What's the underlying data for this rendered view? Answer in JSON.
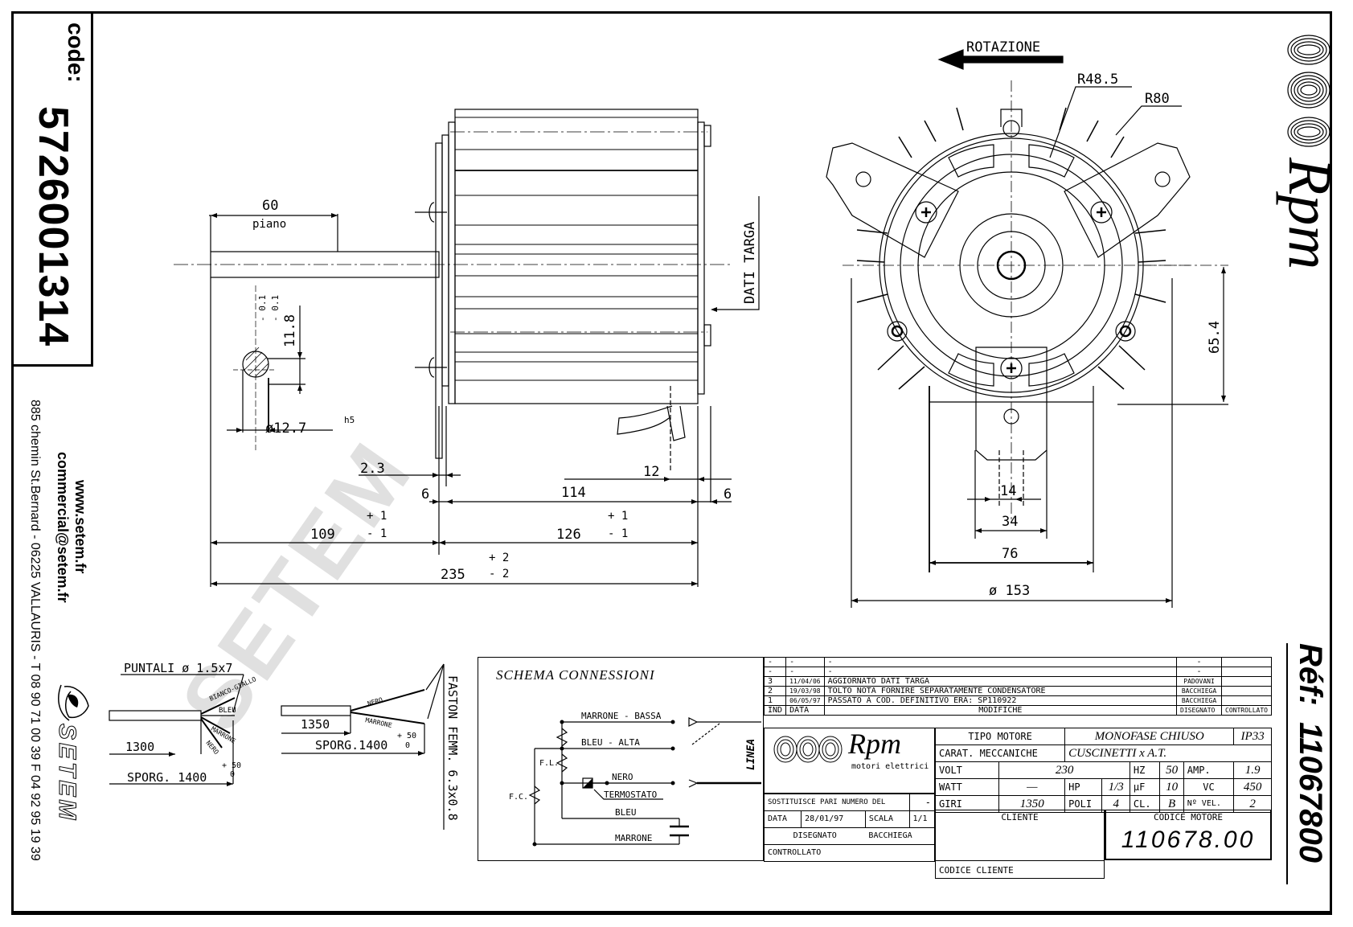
{
  "sidebar": {
    "code_label": "code:",
    "code_value": "5726001314",
    "website": "www.setem.fr",
    "email": "commercial@setem.fr",
    "address": "885 chemin St.Bernard  -  06225 VALLAURIS  -  T 08 90 71 00 39   F 04 92 95 19 39",
    "company_logo": "SETEM"
  },
  "brand": {
    "logo_text": "Rpm",
    "logo_subtitle": "motori elettrici",
    "ref_label": "Réf:",
    "ref_value": "11067800",
    "watermark": "SETEM"
  },
  "side_view": {
    "shaft_length": "60",
    "shaft_flat_label": "piano",
    "flat_tolerance_top": "- 0.1",
    "flat_tolerance_bottom": "- 0.1",
    "flat_dim": "11.8",
    "flat_tol_plus": "+",
    "shaft_diameter": "ø12.7",
    "shaft_fit": "h5",
    "nameplate_label": "DATI TARGA",
    "dim_flange_thickness": "2.3",
    "dim_flange_left": "6",
    "dim_body": "114",
    "dim_cable_offset": "12",
    "dim_flange_right": "6",
    "dim_shaft_total": "109",
    "dim_shaft_tol_plus": "+ 1",
    "dim_shaft_tol_minus": "- 1",
    "dim_motor_total": "126",
    "dim_motor_tol_plus": "+ 1",
    "dim_motor_tol_minus": "- 1",
    "dim_overall": "235",
    "dim_overall_tol_plus": "+ 2",
    "dim_overall_tol_minus": "- 2"
  },
  "front_view": {
    "rotation_label": "ROTAZIONE",
    "radius_inner": "R48.5",
    "radius_outer": "R80",
    "dim_height": "65.4",
    "dim_slot": "14",
    "dim_bracket": "34",
    "dim_feet": "76",
    "dim_diameter": "ø 153"
  },
  "cable_detail": {
    "tips_label": "PUNTALI ø 1.5x7",
    "wire_labels": [
      "BIANCO-GIALLO",
      "BLEU",
      "MARRONE",
      "NERO"
    ],
    "sheath_length_1": "1300",
    "protrusion_1": "SPORG. 1400",
    "tolerance_1_plus": "+ 50",
    "tolerance_1_minus": "0",
    "sheath_length_2": "1350",
    "protrusion_2": "SPORG.1400",
    "tolerance_2_plus": "+ 50",
    "tolerance_2_minus": "0",
    "wire_labels_2": [
      "NERO",
      "MARRONE"
    ],
    "faston_label": "FASTON FEMM. 6.3x0.8"
  },
  "schema": {
    "title": "SCHEMA CONNESSIONI",
    "line_label": "LINEA",
    "wires": [
      {
        "label": "MARRONE - BASSA"
      },
      {
        "label": "BLEU - ALTA"
      },
      {
        "label": "NERO"
      },
      {
        "label": "TERMOSTATO"
      },
      {
        "label": "BLEU"
      },
      {
        "label": "MARRONE"
      }
    ],
    "winding_main": "F.L.",
    "winding_aux": "F.C."
  },
  "modifications": {
    "rows": [
      {
        "ind": "-",
        "data": "-",
        "desc": "-",
        "drawn": "-",
        "checked": ""
      },
      {
        "ind": "-",
        "data": "-",
        "desc": "-",
        "drawn": "-",
        "checked": ""
      },
      {
        "ind": "3",
        "data": "11/04/06",
        "desc": "AGGIORNATO DATI TARGA",
        "drawn": "PADOVANI",
        "checked": ""
      },
      {
        "ind": "2",
        "data": "19/03/98",
        "desc": "TOLTO NOTA FORNIRE SEPARATAMENTE CONDENSATORE",
        "drawn": "BACCHIEGA",
        "checked": ""
      },
      {
        "ind": "1",
        "data": "06/05/97",
        "desc": "PASSATO A COD. DEFINITIVO ERA: SP110922",
        "drawn": "BACCHIEGA",
        "checked": ""
      }
    ],
    "headers": {
      "ind": "IND",
      "data": "DATA",
      "desc": "MODIFICHE",
      "drawn": "DISEGNATO",
      "checked": "CONTROLLATO"
    }
  },
  "specs": {
    "motor_type_label": "TIPO MOTORE",
    "motor_type": "MONOFASE CHIUSO",
    "protection": "IP33",
    "mechanical_label": "CARAT. MECCANICHE",
    "mechanical": "CUSCINETTI x A.T.",
    "volt_label": "VOLT",
    "volt": "230",
    "hz_label": "HZ",
    "hz": "50",
    "amp_label": "AMP.",
    "amp": "1.9",
    "watt_label": "WATT",
    "watt": "—",
    "hp_label": "HP",
    "hp": "1/3",
    "uf_label": "µF",
    "uf": "10",
    "vc_label": "VC",
    "vc": "450",
    "rpm_label": "GIRI",
    "rpm": "1350",
    "poles_label": "POLI",
    "poles": "4",
    "class_label": "CL.",
    "class": "B",
    "speeds_label": "Nº VEL.",
    "speeds": "2",
    "replaces_label": "SOSTITUISCE PARI NUMERO DEL",
    "replaces": "-",
    "date_label": "DATA",
    "date": "28/01/97",
    "scale_label": "SCALA",
    "scale": "1/1",
    "drawn_label": "DISEGNATO",
    "drawn": "BACCHIEGA",
    "checked_label": "CONTROLLATO",
    "client_label": "CLIENTE",
    "client_code_label": "CODICE CLIENTE",
    "motor_code_label": "CODICE MOTORE",
    "motor_code": "110678.00"
  }
}
